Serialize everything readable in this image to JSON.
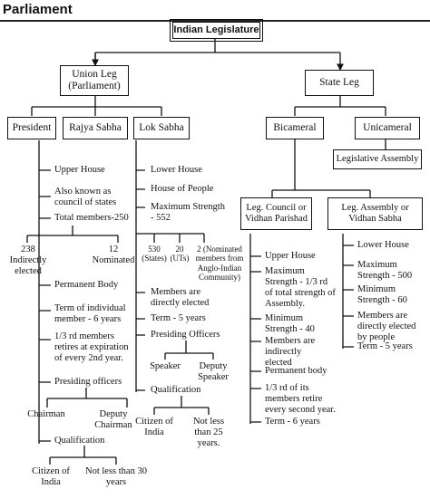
{
  "header": {
    "title": "Parliament"
  },
  "root": "Indian Legislature",
  "union": "Union Leg (Parliament)",
  "state": "State Leg",
  "president": "President",
  "rajya": "Rajya Sabha",
  "lok": "Lok Sabha",
  "bicameral": "Bicameral",
  "unicameral": "Unicameral",
  "legislative_assembly": "Legislative Assembly",
  "council": "Leg. Council or Vidhan Parishad",
  "assembly": "Leg. Assembly or Vidhan Sabha",
  "rs": {
    "upper": "Upper House",
    "aka": "Also known as council of states",
    "total": "Total members-250",
    "indirect": "238 Indirectly elected",
    "nominated": "12 Nominated",
    "perm": "Permanent Body",
    "term": "Term of individual member - 6 years",
    "retire": "1/3 rd members retires at expiration of every 2nd year.",
    "presiding": "Presiding officers",
    "chairman": "Chairman",
    "deputy": "Deputy Chairman",
    "qual": "Qualification",
    "citizen": "Citizen of India",
    "age": "Not less than 30 years"
  },
  "ls": {
    "lower": "Lower House",
    "people": "House of People",
    "max": "Maximum Strength - 552",
    "states": "530 (States)",
    "uts": "20 (UTs)",
    "anglo": "2 (Nominated members from Anglo-Indian Community)",
    "direct": "Members are directly elected",
    "term": "Term - 5 years",
    "presiding": "Presiding Officers",
    "speaker": "Speaker",
    "deputy": "Deputy Speaker",
    "qual": "Qualification",
    "citizen": "Citizen of India",
    "age": "Not less than 25 years."
  },
  "lc": {
    "upper": "Upper House",
    "max": "Maximum Strength - 1/3 rd of total strength of Assembly.",
    "min": "Minimum Strength - 40",
    "indirect": "Members are indirectly elected",
    "perm": "Permanent body",
    "retire": "1/3 rd of its members retire every second year.",
    "term": "Term - 6 years"
  },
  "la": {
    "lower": "Lower House",
    "max": "Maximum Strength - 500",
    "min": "Minimum Strength - 60",
    "direct": "Members are directly elected by people",
    "term": "Term - 5 years"
  }
}
